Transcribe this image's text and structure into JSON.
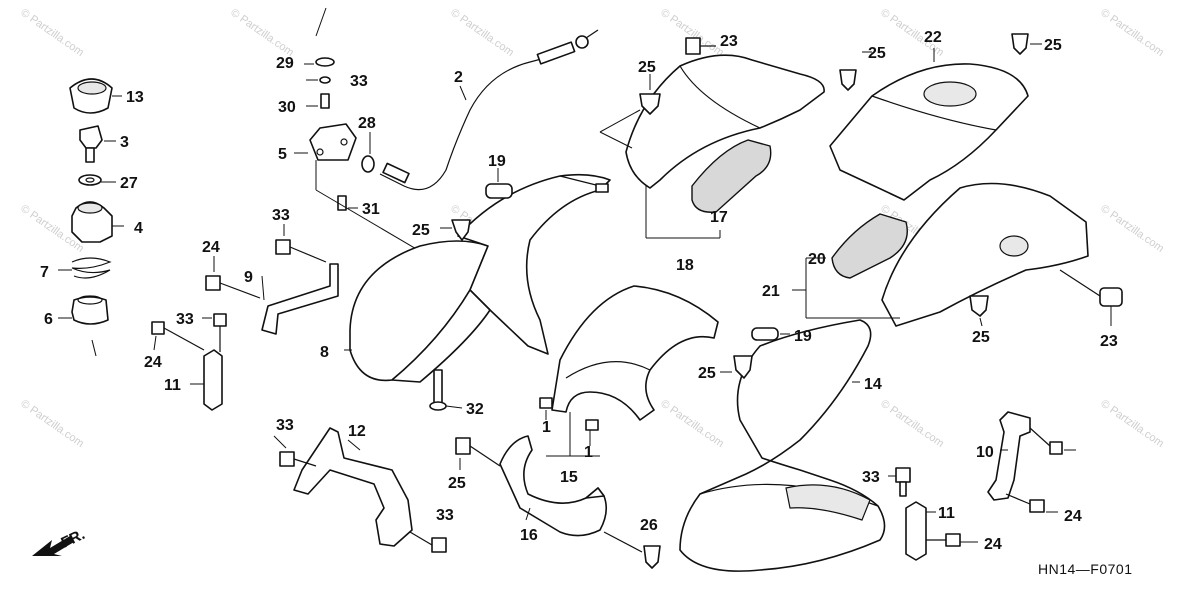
{
  "diagram": {
    "code": "HN14—F0701",
    "direction_label": "FR.",
    "watermark": "© Partzilla.com",
    "callouts": [
      "1",
      "1",
      "2",
      "3",
      "4",
      "5",
      "6",
      "7",
      "8",
      "9",
      "10",
      "11",
      "11",
      "12",
      "13",
      "14",
      "15",
      "16",
      "17",
      "18",
      "19",
      "19",
      "20",
      "21",
      "22",
      "23",
      "23",
      "24",
      "24",
      "24",
      "24",
      "25",
      "25",
      "25",
      "25",
      "25",
      "25",
      "25",
      "26",
      "27",
      "28",
      "29",
      "30",
      "31",
      "32",
      "33",
      "33",
      "33",
      "33",
      "33",
      "33"
    ]
  }
}
